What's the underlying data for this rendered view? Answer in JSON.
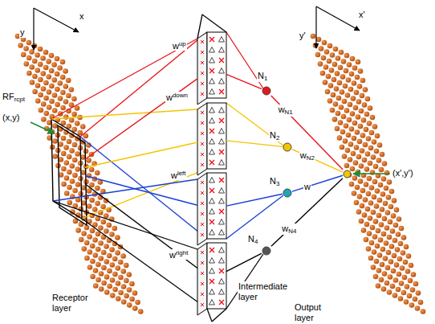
{
  "diagram": {
    "nodes": [
      {
        "text": [
          "RFrcpt",
          "(x,y)"
        ]
      },
      {
        "text": [
          "wup"
        ]
      },
      {
        "text": [
          "wdown"
        ]
      },
      {
        "text": [
          "wleft"
        ]
      },
      {
        "text": [
          "wright"
        ]
      },
      {
        "text": [
          "N1"
        ]
      },
      {
        "text": [
          "N2"
        ]
      },
      {
        "text": [
          "N3"
        ]
      },
      {
        "text": [
          "N4"
        ]
      },
      {
        "text": [
          "(x',y')"
        ]
      }
    ],
    "edges": [
      {
        "from": 0,
        "to": 1,
        "arrow": "none"
      },
      {
        "from": 0,
        "to": 2,
        "arrow": "none"
      },
      {
        "from": 0,
        "to": 3,
        "arrow": "none"
      },
      {
        "from": 0,
        "to": 4,
        "arrow": "none"
      },
      {
        "from": 1,
        "to": 5,
        "arrow": "none"
      },
      {
        "from": 2,
        "to": 6,
        "arrow": "none"
      },
      {
        "from": 3,
        "to": 7,
        "arrow": "none"
      },
      {
        "from": 4,
        "to": 8,
        "arrow": "none"
      },
      {
        "from": 5,
        "to": 9,
        "label": "wN1",
        "arrow": "none"
      },
      {
        "from": 6,
        "to": 9,
        "label": "wN2",
        "arrow": "none"
      },
      {
        "from": 7,
        "to": 9,
        "label": "w",
        "arrow": "none"
      },
      {
        "from": 8,
        "to": 9,
        "label": "wN4",
        "arrow": "none"
      }
    ],
    "labels": [
      "x",
      "y",
      "x'",
      "y'",
      "Receptor layer",
      "Intermediate layer",
      "Output layer"
    ]
  }
}
